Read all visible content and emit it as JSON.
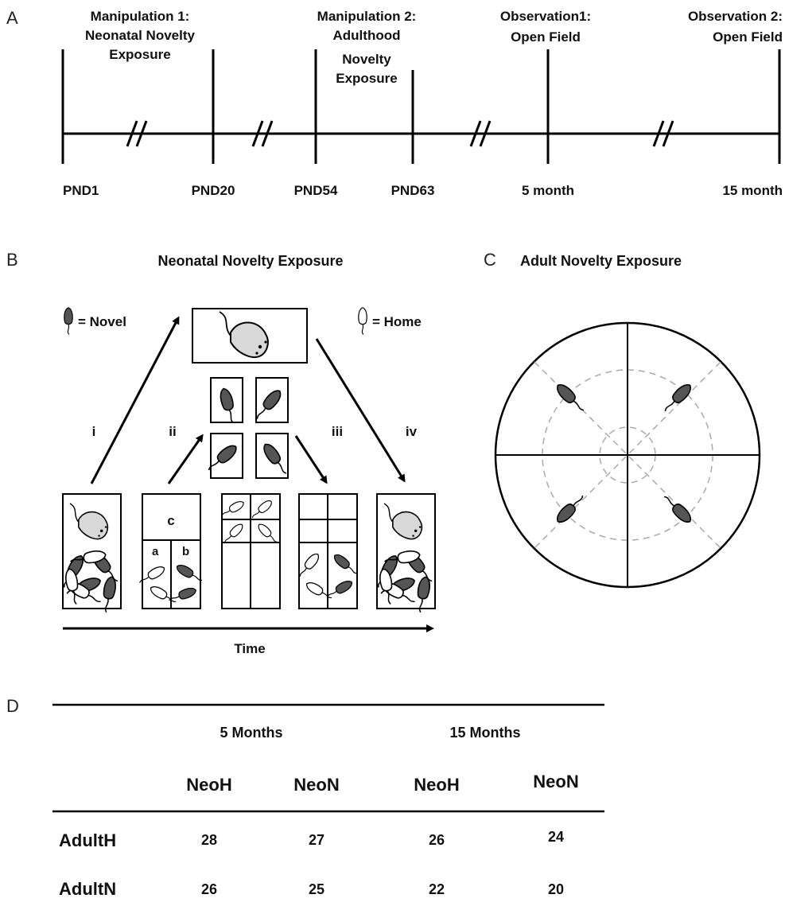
{
  "panels": {
    "a": "A",
    "b": "B",
    "c": "C",
    "d": "D"
  },
  "timeline": {
    "events": [
      {
        "lines": [
          "Manipulation 1:",
          "Neonatal Novelty",
          "Exposure"
        ]
      },
      {
        "lines": [
          "Manipulation 2:",
          "Adulthood",
          "Novelty",
          "Exposure"
        ]
      },
      {
        "lines": [
          "Observation1:",
          "Open Field"
        ]
      },
      {
        "lines": [
          "Observation 2:",
          "Open Field"
        ]
      }
    ],
    "ticks": [
      "PND1",
      "PND20",
      "PND54",
      "PND63",
      "5 month",
      "15 month"
    ]
  },
  "neonatal": {
    "title": "Neonatal Novelty Exposure",
    "legend_novel": "= Novel",
    "legend_home": "= Home",
    "steps": [
      "i",
      "ii",
      "iii",
      "iv"
    ],
    "compartments": {
      "c": "c",
      "a": "a",
      "b": "b"
    },
    "time_label": "Time"
  },
  "adult": {
    "title": "Adult Novelty Exposure"
  },
  "table": {
    "groups": [
      "5 Months",
      "15 Months"
    ],
    "columns": [
      "NeoH",
      "NeoN",
      "NeoH",
      "NeoN"
    ],
    "rows": [
      {
        "label": "AdultH",
        "values": [
          "28",
          "27",
          "26",
          "24"
        ]
      },
      {
        "label": "AdultN",
        "values": [
          "26",
          "25",
          "22",
          "20"
        ]
      }
    ]
  },
  "colors": {
    "novel_pup": "#555555",
    "home_pup": "#ffffff",
    "mother": "#d8d8d8"
  }
}
